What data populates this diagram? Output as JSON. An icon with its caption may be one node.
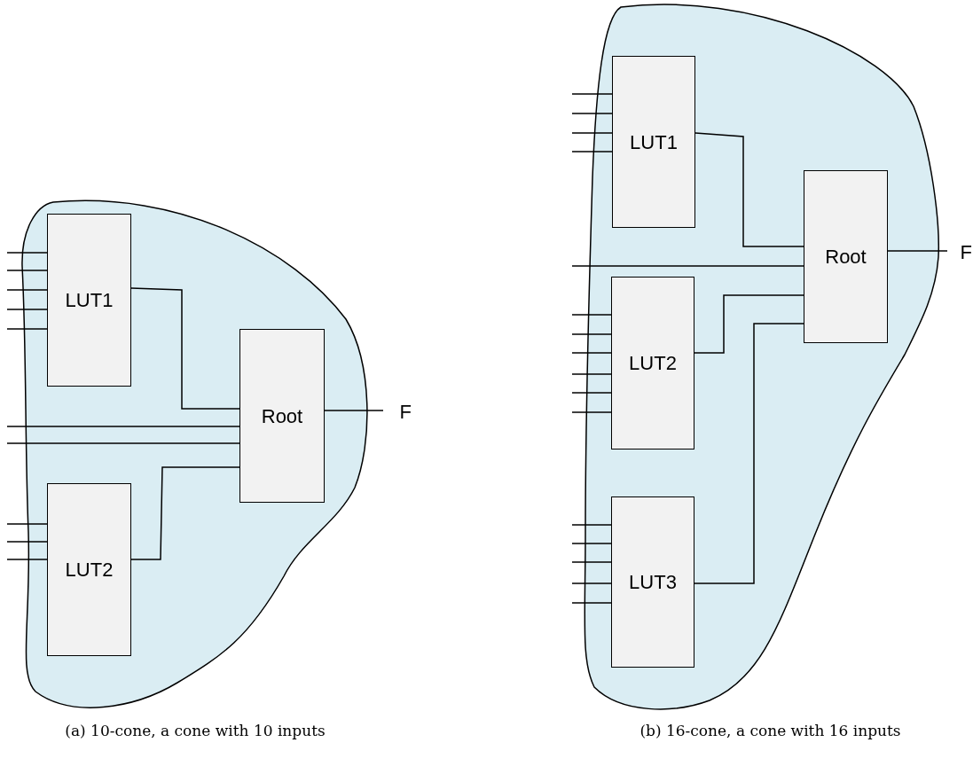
{
  "diagram": {
    "nodes": [
      {
        "text": [],
        "shape": "cloud"
      },
      {
        "text": [
          "LUT1"
        ],
        "in": 0
      },
      {
        "text": [
          "Root"
        ],
        "in": 0
      },
      {
        "text": [
          "LUT2"
        ],
        "in": 0
      },
      {
        "text": [
          "F"
        ]
      },
      {
        "text": [],
        "shape": "cloud"
      },
      {
        "text": [
          "LUT1"
        ],
        "in": 5
      },
      {
        "text": [
          "Root"
        ],
        "in": 5
      },
      {
        "text": [
          "LUT2"
        ],
        "in": 5
      },
      {
        "text": [
          "LUT3"
        ],
        "in": 5
      },
      {
        "text": [
          "F"
        ]
      }
    ],
    "edges": [
      {
        "from": null,
        "to": 1,
        "arrow": "none"
      },
      {
        "from": null,
        "to": 1,
        "arrow": "none"
      },
      {
        "from": null,
        "to": 1,
        "arrow": "none"
      },
      {
        "from": null,
        "to": 1,
        "arrow": "none"
      },
      {
        "from": null,
        "to": 1,
        "arrow": "none"
      },
      {
        "from": null,
        "to": 2,
        "arrow": "none"
      },
      {
        "from": null,
        "to": 2,
        "arrow": "none"
      },
      {
        "from": null,
        "to": 3,
        "arrow": "none"
      },
      {
        "from": null,
        "to": 3,
        "arrow": "none"
      },
      {
        "from": null,
        "to": 3,
        "arrow": "none"
      },
      {
        "from": 1,
        "to": 2,
        "arrow": "none"
      },
      {
        "from": 3,
        "to": 2,
        "arrow": "none"
      },
      {
        "from": 2,
        "to": 4,
        "arrow": "none"
      },
      {
        "from": null,
        "to": 6,
        "arrow": "none"
      },
      {
        "from": null,
        "to": 6,
        "arrow": "none"
      },
      {
        "from": null,
        "to": 6,
        "arrow": "none"
      },
      {
        "from": null,
        "to": 6,
        "arrow": "none"
      },
      {
        "from": null,
        "to": 7,
        "arrow": "none"
      },
      {
        "from": null,
        "to": 8,
        "arrow": "none"
      },
      {
        "from": null,
        "to": 8,
        "arrow": "none"
      },
      {
        "from": null,
        "to": 8,
        "arrow": "none"
      },
      {
        "from": null,
        "to": 8,
        "arrow": "none"
      },
      {
        "from": null,
        "to": 8,
        "arrow": "none"
      },
      {
        "from": null,
        "to": 8,
        "arrow": "none"
      },
      {
        "from": null,
        "to": 9,
        "arrow": "none"
      },
      {
        "from": null,
        "to": 9,
        "arrow": "none"
      },
      {
        "from": null,
        "to": 9,
        "arrow": "none"
      },
      {
        "from": null,
        "to": 9,
        "arrow": "none"
      },
      {
        "from": null,
        "to": 9,
        "arrow": "none"
      },
      {
        "from": 6,
        "to": 7,
        "arrow": "none"
      },
      {
        "from": 8,
        "to": 7,
        "arrow": "none"
      },
      {
        "from": 9,
        "to": 7,
        "arrow": "none"
      },
      {
        "from": 7,
        "to": 10,
        "arrow": "none"
      }
    ],
    "labels": [
      "(a) 10-cone, a cone with 10 inputs",
      "(b) 16-cone, a cone with 16 inputs"
    ]
  }
}
